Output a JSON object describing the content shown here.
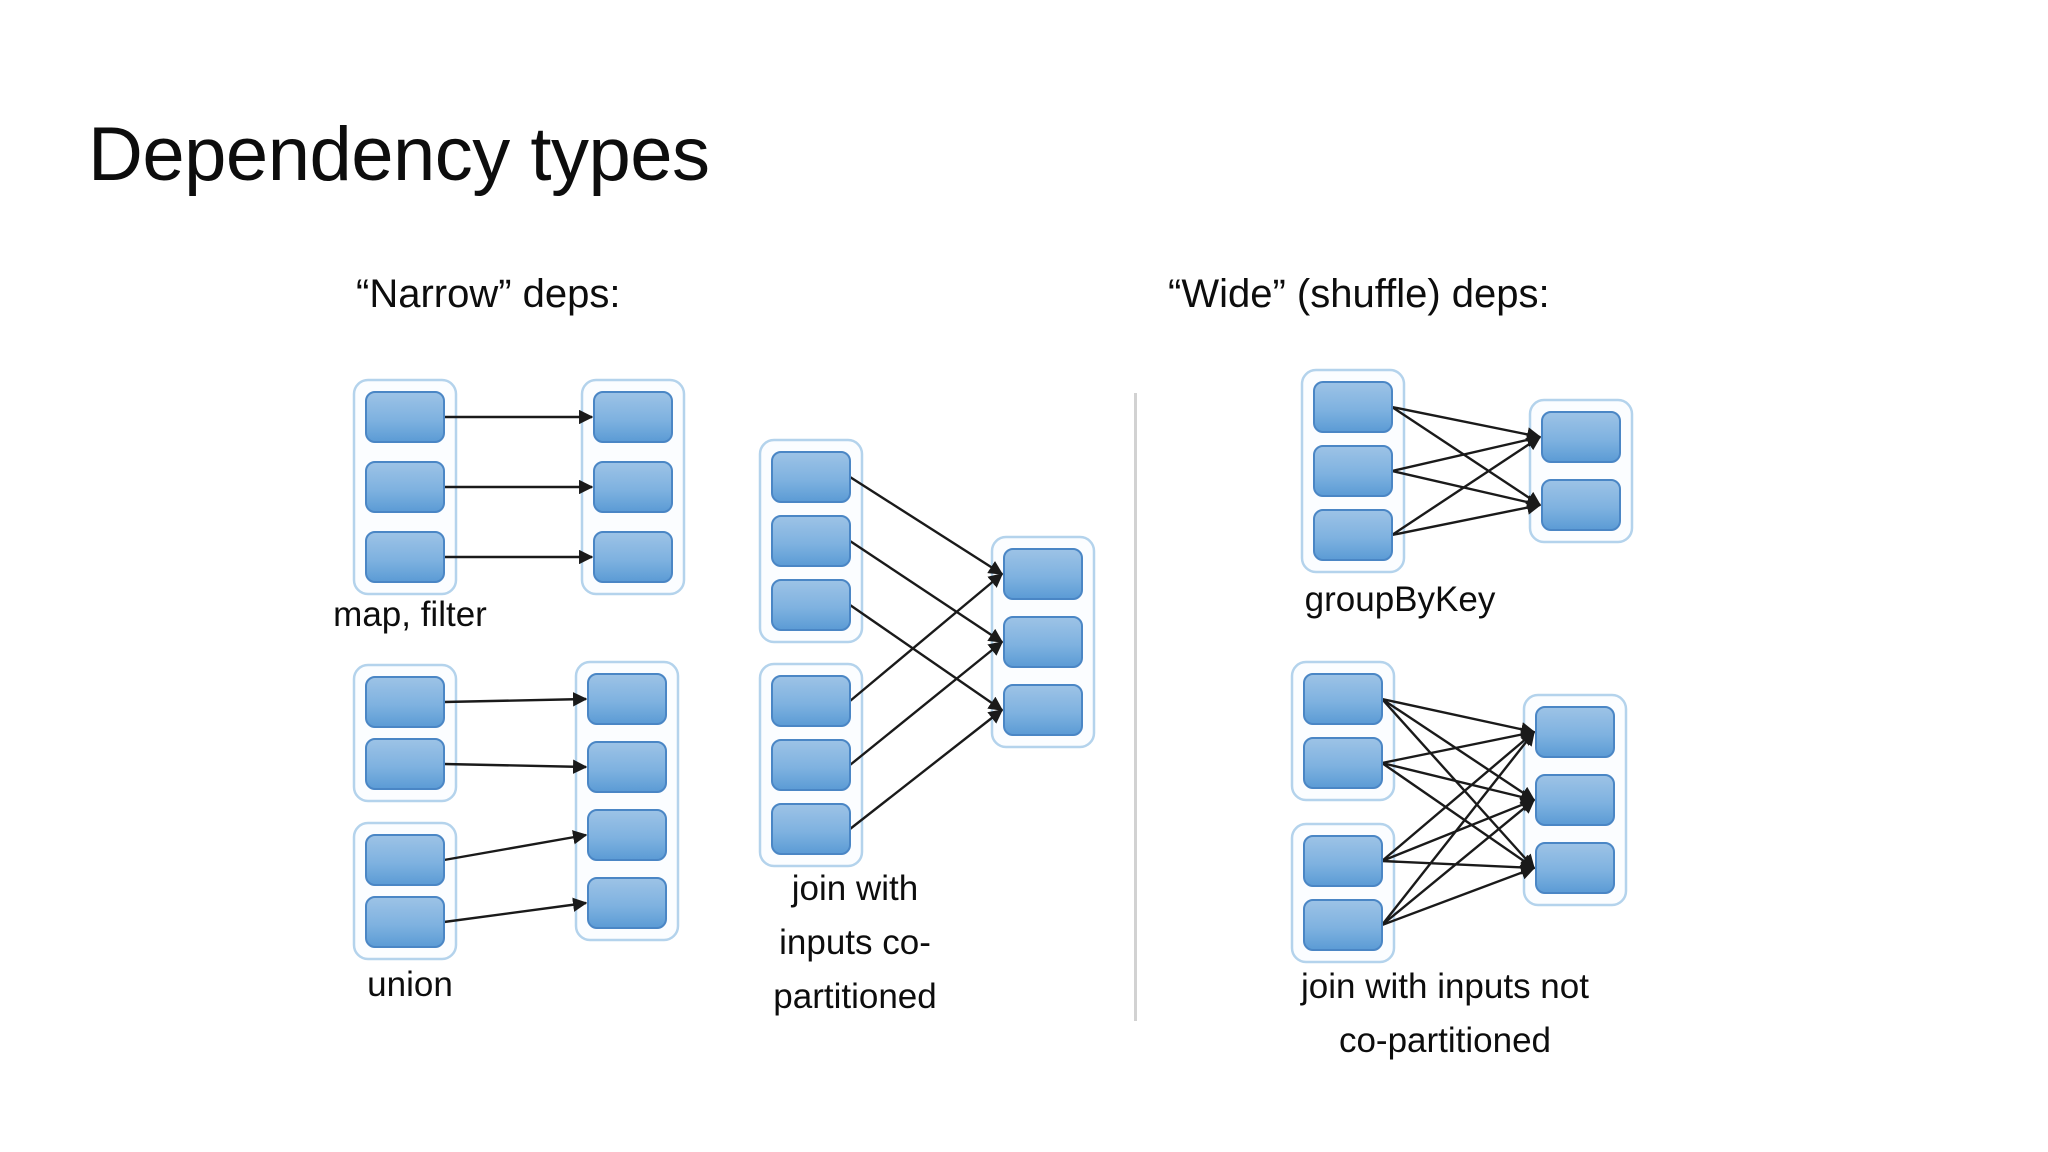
{
  "slide": {
    "title": "Dependency types",
    "background_color": "#ffffff",
    "text_color": "#0d0d0d"
  },
  "columns": {
    "left_header": "“Narrow” deps:",
    "right_header": "“Wide” (shuffle) deps:"
  },
  "divider": {
    "color": "#d2d2d2",
    "orientation": "vertical"
  },
  "palette": {
    "block_fill_top": "#9dc3e6",
    "block_fill_bottom": "#5b9bd5",
    "block_stroke": "#4a86c5",
    "container_stroke": "#b4d3ec",
    "container_fill": "#fbfdff",
    "arrow_color": "#1a1a1a"
  },
  "diagrams": [
    {
      "id": "map-filter",
      "caption": "map, filter",
      "kind": "narrow",
      "left_groups": [
        3
      ],
      "right_groups": [
        3
      ],
      "edges": [
        [
          0,
          0
        ],
        [
          1,
          1
        ],
        [
          2,
          2
        ]
      ],
      "edge_count": 3
    },
    {
      "id": "union",
      "caption": "union",
      "kind": "narrow",
      "left_groups": [
        2,
        2
      ],
      "right_groups": [
        4
      ],
      "edges": [
        [
          0,
          0
        ],
        [
          1,
          1
        ],
        [
          2,
          2
        ],
        [
          3,
          3
        ]
      ],
      "edge_count": 4
    },
    {
      "id": "join-co",
      "caption": "join with\ninputs co-\npartitioned",
      "kind": "narrow",
      "left_groups": [
        3,
        3
      ],
      "right_groups": [
        3
      ],
      "edges": [
        [
          0,
          0
        ],
        [
          1,
          1
        ],
        [
          2,
          2
        ],
        [
          3,
          0
        ],
        [
          4,
          1
        ],
        [
          5,
          2
        ]
      ],
      "edge_count": 6
    },
    {
      "id": "groupbykey",
      "caption": "groupByKey",
      "kind": "wide",
      "left_groups": [
        3
      ],
      "right_groups": [
        2
      ],
      "edges": [
        [
          0,
          0
        ],
        [
          0,
          1
        ],
        [
          1,
          0
        ],
        [
          1,
          1
        ],
        [
          2,
          0
        ],
        [
          2,
          1
        ]
      ],
      "edge_count": 6
    },
    {
      "id": "join-notco",
      "caption": "join with inputs not\nco-partitioned",
      "kind": "wide",
      "left_groups": [
        2,
        2
      ],
      "right_groups": [
        3
      ],
      "edges": [
        [
          0,
          0
        ],
        [
          0,
          1
        ],
        [
          0,
          2
        ],
        [
          1,
          0
        ],
        [
          1,
          1
        ],
        [
          1,
          2
        ],
        [
          2,
          0
        ],
        [
          2,
          1
        ],
        [
          2,
          2
        ],
        [
          3,
          0
        ],
        [
          3,
          1
        ],
        [
          3,
          2
        ]
      ],
      "edge_count": 12
    }
  ]
}
